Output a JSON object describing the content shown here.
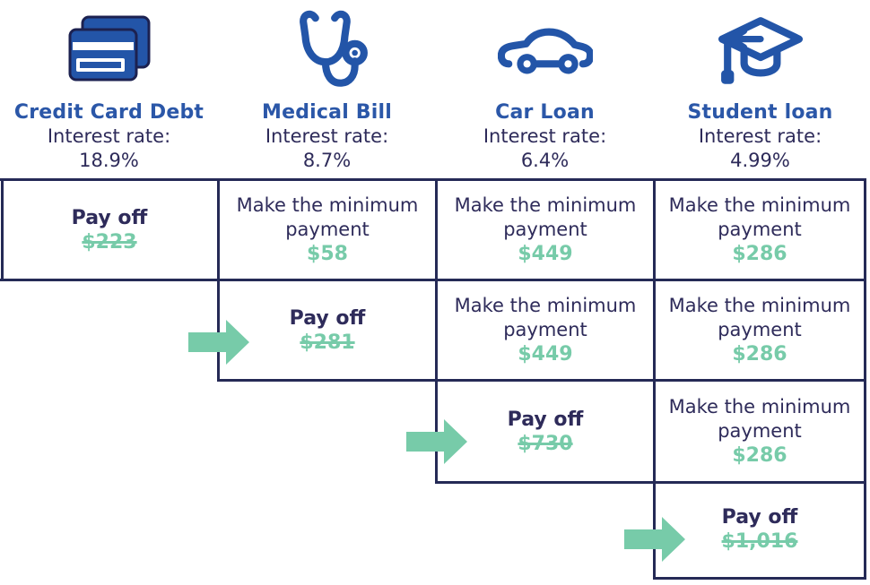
{
  "palette": {
    "header_blue": "#2b57a8",
    "icon_blue": "#2355a8",
    "icon_outline_navy": "#1c2150",
    "text_navy": "#2e2b5a",
    "border_navy": "#252a56",
    "accent_teal": "#77cba9",
    "background": "#ffffff"
  },
  "columns": [
    {
      "icon": "credit-card-icon",
      "title": "Credit Card Debt",
      "interest_label": "Interest rate:",
      "interest_rate": "18.9%"
    },
    {
      "icon": "stethoscope-icon",
      "title": "Medical Bill",
      "interest_label": "Interest rate:",
      "interest_rate": "8.7%"
    },
    {
      "icon": "car-icon",
      "title": "Car Loan",
      "interest_label": "Interest rate:",
      "interest_rate": "6.4%"
    },
    {
      "icon": "graduation-cap-icon",
      "title": "Student loan",
      "interest_label": "Interest rate:",
      "interest_rate": "4.99%"
    }
  ],
  "grid": {
    "rows": [
      {
        "cells": [
          {
            "column": "Credit Card Debt",
            "action": "Pay off",
            "amount": "$223",
            "paid_off": true
          },
          {
            "column": "Medical Bill",
            "action": "Make the minimum payment",
            "amount": "$58",
            "paid_off": false
          },
          {
            "column": "Car Loan",
            "action": "Make the minimum payment",
            "amount": "$449",
            "paid_off": false
          },
          {
            "column": "Student loan",
            "action": "Make the minimum payment",
            "amount": "$286",
            "paid_off": false
          }
        ]
      },
      {
        "cells": [
          {
            "column": "Medical Bill",
            "action": "Pay off",
            "amount": "$281",
            "paid_off": true,
            "arrow": true
          },
          {
            "column": "Car Loan",
            "action": "Make the minimum payment",
            "amount": "$449",
            "paid_off": false
          },
          {
            "column": "Student loan",
            "action": "Make the minimum payment",
            "amount": "$286",
            "paid_off": false
          }
        ]
      },
      {
        "cells": [
          {
            "column": "Car Loan",
            "action": "Pay off",
            "amount": "$730",
            "paid_off": true,
            "arrow": true
          },
          {
            "column": "Student loan",
            "action": "Make the minimum payment",
            "amount": "$286",
            "paid_off": false
          }
        ]
      },
      {
        "cells": [
          {
            "column": "Student loan",
            "action": "Pay off",
            "amount": "$1,016",
            "paid_off": true,
            "arrow": true
          }
        ]
      }
    ]
  }
}
